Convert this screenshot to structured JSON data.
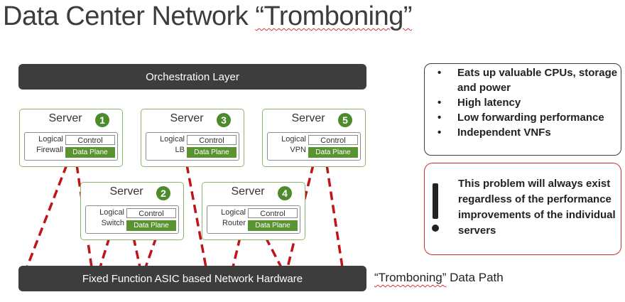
{
  "title": {
    "prefix": "Data Center Network ",
    "highlight": "“Tromboning”"
  },
  "orchestration_label": "Orchestration Layer",
  "asic_label": "Fixed Function ASIC based Network Hardware",
  "server_label": "Server",
  "control_label": "Control",
  "data_plane_label": "Data Plane",
  "servers": [
    {
      "number": "1",
      "role_line1": "Logical",
      "role_line2": "Firewall"
    },
    {
      "number": "3",
      "role_line1": "Logical",
      "role_line2": "LB"
    },
    {
      "number": "5",
      "role_line1": "Logical",
      "role_line2": "VPN"
    },
    {
      "number": "2",
      "role_line1": "Logical",
      "role_line2": "Switch"
    },
    {
      "number": "4",
      "role_line1": "Logical",
      "role_line2": "Router"
    }
  ],
  "bullets": [
    "Eats up valuable CPUs, storage and power",
    "High latency",
    "Low forwarding performance",
    "Independent VNFs"
  ],
  "warning_text": "This problem will  always exist regardless of the performance improvements of the individual servers",
  "legend": {
    "highlight": "“Tromboning”",
    "suffix": " Data Path"
  },
  "colors": {
    "bar": "#3d3d3d",
    "server_border": "#8ab56a",
    "badge": "#4d8a2c",
    "data_plane": "#5a9430",
    "path": "#c0141a",
    "warning_border": "#c93030"
  }
}
